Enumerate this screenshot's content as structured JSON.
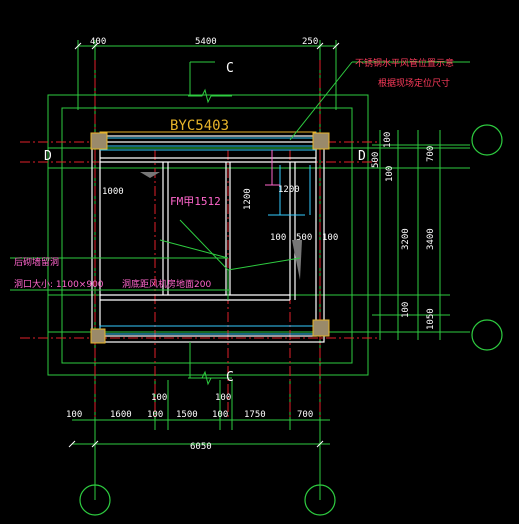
{
  "top_dims": {
    "left": "400",
    "middle": "5400",
    "right": "250"
  },
  "section_marks": {
    "top_c": "C",
    "bottom_c": "C",
    "left_d": "D",
    "right_d": "D"
  },
  "window_tag": "BYC5403",
  "door_tag": "FM甲1512",
  "interior_dims": {
    "d1000": "1000",
    "d1200a": "1200",
    "d1200b": "1200",
    "d100a": "100",
    "d500": "500",
    "d100b": "100"
  },
  "notes": {
    "pipe_line1": "不锈钢水平风管位置示意",
    "pipe_line2": "根据现场定位尺寸",
    "hole_line1": "后砌墙留洞",
    "hole_line2": "洞口大小: 1100×900",
    "hole_line3": "洞底距风机房地面200"
  },
  "right_dims": {
    "r100a": "100",
    "r500": "500",
    "r100b": "100",
    "r3200": "3200",
    "r100c": "100",
    "r700": "700",
    "r3400": "3400",
    "r1050": "1050"
  },
  "bottom_dims": {
    "b100a": "100",
    "b100b": "100",
    "b100c": "100",
    "b1600": "1600",
    "b100d": "100",
    "b1500": "1500",
    "b100e": "100",
    "b1750": "1750",
    "b700": "700",
    "total": "6050"
  },
  "colors": {
    "grid_green": "#2ecc40",
    "wall_white": "#ffffff",
    "axis_red": "#e0202a",
    "cyan": "#33ccff",
    "yellow": "#e8b52a",
    "magenta": "#ff66cc",
    "column_fill": "#9a8a6a"
  }
}
